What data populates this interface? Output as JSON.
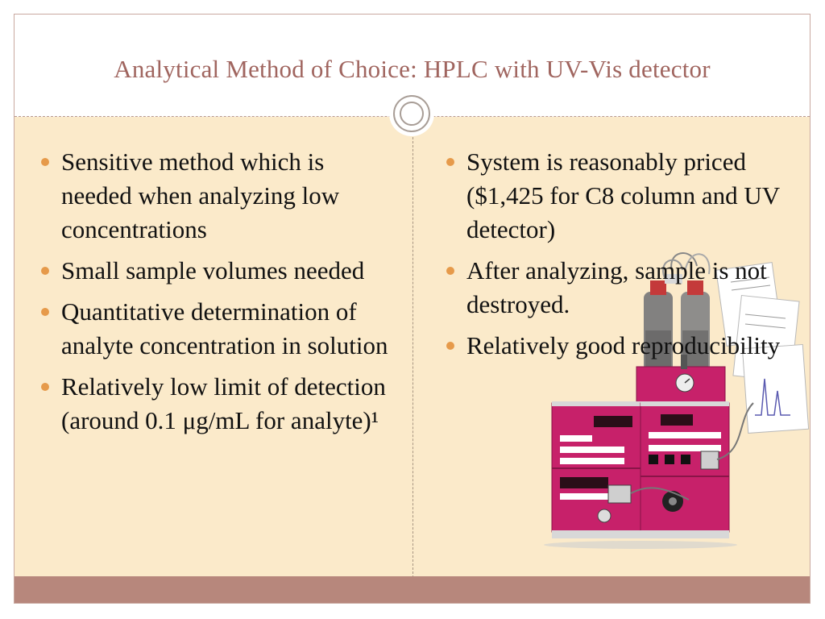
{
  "slide": {
    "title": "Analytical Method of Choice: HPLC with UV-Vis detector",
    "left_bullets": [
      "Sensitive method which is needed when analyzing low concentrations",
      "Small sample volumes needed",
      "Quantitative determination of analyte concentration in solution",
      "Relatively low limit of detection (around 0.1 μg/mL for analyte)¹"
    ],
    "right_bullets": [
      "System is reasonably priced ($1,425 for C8 column and UV detector)",
      "After analyzing, sample is not destroyed.",
      "Relatively good reproducibility"
    ]
  },
  "colors": {
    "title": "#a0655f",
    "content_bg": "#fbeaca",
    "footer": "#b7877c",
    "bullet": "#e69a4a",
    "instrument": "#c7216a"
  },
  "icons": [
    "circle-ornament-icon",
    "bullet-dot-icon",
    "hplc-instrument-image"
  ]
}
